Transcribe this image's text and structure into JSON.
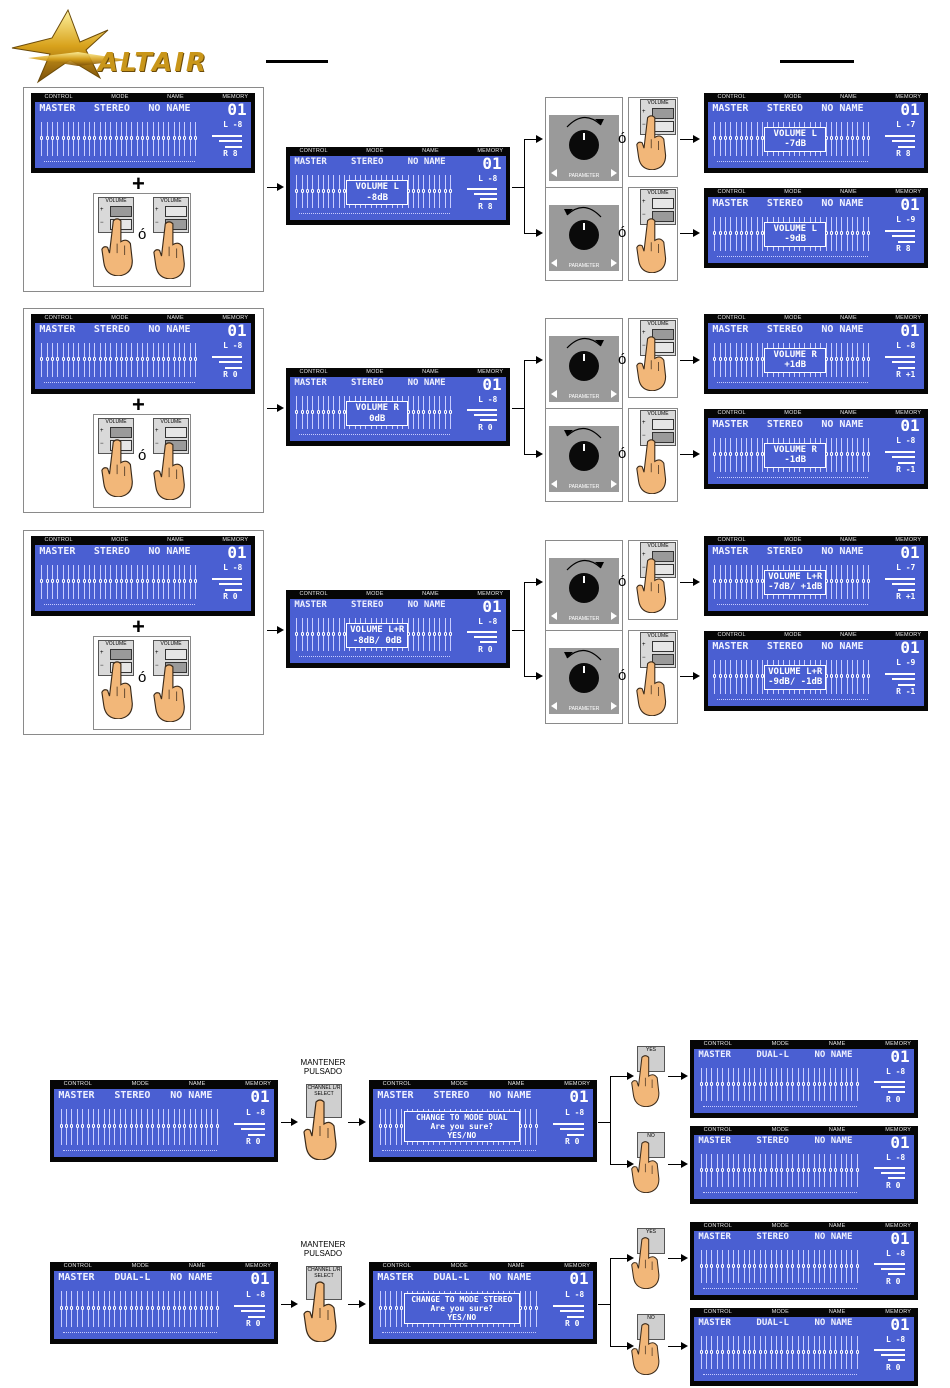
{
  "brand": {
    "name": "ALTAIR"
  },
  "lcd_header": [
    "CONTROL",
    "MODE",
    "NAME",
    "MEMORY"
  ],
  "knob_label": "PARAMETER",
  "volume_key_label": "VOLUME",
  "or_symbol": "ó",
  "plus_symbol": "+",
  "hold_label": "MANTENER PULSADO",
  "channel_select_label": "CHANNEL L/R SELECT",
  "yes_label": "YES",
  "no_label": "NO",
  "rows": [
    {
      "start": {
        "line": [
          "MASTER",
          "STEREO",
          "NO NAME"
        ],
        "mem": "01",
        "lr": [
          "L -8",
          "R 8"
        ]
      },
      "middle": {
        "line": [
          "MASTER",
          "STEREO",
          "NO NAME"
        ],
        "mem": "01",
        "lr": [
          "L -8",
          "R 8"
        ],
        "msg": [
          "VOLUME L",
          "-8dB"
        ]
      },
      "up": {
        "line": [
          "MASTER",
          "STEREO",
          "NO NAME"
        ],
        "mem": "01",
        "lr": [
          "L -7",
          "R 8"
        ],
        "msg": [
          "VOLUME L",
          "-7dB"
        ]
      },
      "down": {
        "line": [
          "MASTER",
          "STEREO",
          "NO NAME"
        ],
        "mem": "01",
        "lr": [
          "L -9",
          "R 8"
        ],
        "msg": [
          "VOLUME L",
          "-9dB"
        ]
      }
    },
    {
      "start": {
        "line": [
          "MASTER",
          "STEREO",
          "NO NAME"
        ],
        "mem": "01",
        "lr": [
          "L -8",
          "R 0"
        ]
      },
      "middle": {
        "line": [
          "MASTER",
          "STEREO",
          "NO NAME"
        ],
        "mem": "01",
        "lr": [
          "L -8",
          "R 0"
        ],
        "msg": [
          "VOLUME R",
          "0dB"
        ]
      },
      "up": {
        "line": [
          "MASTER",
          "STEREO",
          "NO NAME"
        ],
        "mem": "01",
        "lr": [
          "L -8",
          "R +1"
        ],
        "msg": [
          "VOLUME R",
          "+1dB"
        ]
      },
      "down": {
        "line": [
          "MASTER",
          "STEREO",
          "NO NAME"
        ],
        "mem": "01",
        "lr": [
          "L -8",
          "R -1"
        ],
        "msg": [
          "VOLUME R",
          "-1dB"
        ]
      }
    },
    {
      "start": {
        "line": [
          "MASTER",
          "STEREO",
          "NO NAME"
        ],
        "mem": "01",
        "lr": [
          "L -8",
          "R 0"
        ]
      },
      "middle": {
        "line": [
          "MASTER",
          "STEREO",
          "NO NAME"
        ],
        "mem": "01",
        "lr": [
          "L -8",
          "R 0"
        ],
        "msg": [
          "VOLUME L+R",
          "-8dB/ 0dB"
        ]
      },
      "up": {
        "line": [
          "MASTER",
          "STEREO",
          "NO NAME"
        ],
        "mem": "01",
        "lr": [
          "L -7",
          "R +1"
        ],
        "msg": [
          "VOLUME L+R",
          "-7dB/ +1dB"
        ]
      },
      "down": {
        "line": [
          "MASTER",
          "STEREO",
          "NO NAME"
        ],
        "mem": "01",
        "lr": [
          "L -9",
          "R -1"
        ],
        "msg": [
          "VOLUME L+R",
          "-9dB/ -1dB"
        ]
      }
    }
  ],
  "mode_rows": [
    {
      "start": {
        "line": [
          "MASTER",
          "STEREO",
          "NO NAME"
        ],
        "mem": "01",
        "lr": [
          "L -8",
          "R 0"
        ]
      },
      "confirm": {
        "line": [
          "MASTER",
          "STEREO",
          "NO NAME"
        ],
        "mem": "01",
        "lr": [
          "L -8",
          "R 0"
        ],
        "msg": [
          "CHANGE TO MODE DUAL",
          "Are you sure?",
          "YES/NO"
        ]
      },
      "yes": {
        "line": [
          "MASTER",
          "DUAL-L",
          "NO NAME"
        ],
        "mem": "01",
        "lr": [
          "L -8",
          "R 0"
        ]
      },
      "no": {
        "line": [
          "MASTER",
          "STEREO",
          "NO NAME"
        ],
        "mem": "01",
        "lr": [
          "L -8",
          "R 0"
        ]
      }
    },
    {
      "start": {
        "line": [
          "MASTER",
          "DUAL-L",
          "NO NAME"
        ],
        "mem": "01",
        "lr": [
          "L -8",
          "R 0"
        ]
      },
      "confirm": {
        "line": [
          "MASTER",
          "DUAL-L",
          "NO NAME"
        ],
        "mem": "01",
        "lr": [
          "L -8",
          "R 0"
        ],
        "msg": [
          "CHANGE TO MODE STEREO",
          "Are you sure?",
          "YES/NO"
        ]
      },
      "yes": {
        "line": [
          "MASTER",
          "STEREO",
          "NO NAME"
        ],
        "mem": "01",
        "lr": [
          "L -8",
          "R 0"
        ]
      },
      "no": {
        "line": [
          "MASTER",
          "DUAL-L",
          "NO NAME"
        ],
        "mem": "01",
        "lr": [
          "L -8",
          "R 0"
        ]
      }
    }
  ],
  "colors": {
    "lcd_blue": "#4a5fd2",
    "lcd_frame": "#060606",
    "knob": "#0a0a0a",
    "key_grey": "#bdbdbd",
    "finger": "#f2b779"
  }
}
